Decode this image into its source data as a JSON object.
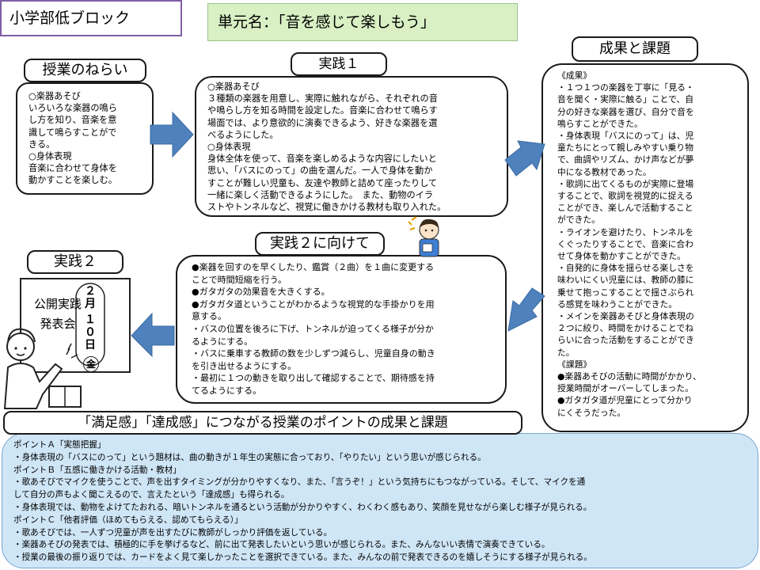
{
  "block_title": "小学部低ブロック",
  "unit_title": "単元名：「音を感じて楽しもう」",
  "aims": {
    "label": "授業のねらい",
    "lines": [
      "○楽器あそび",
      "いろいろな楽器の鳴ら",
      "し方を知り、音楽を意",
      "識して鳴らすことがで",
      "きる。",
      "○身体表現",
      "音楽に合わせて身体を",
      "動かすことを楽しむ。"
    ]
  },
  "practice1": {
    "label": "実践１",
    "lines": [
      "○楽器あそび",
      "３種類の楽器を用意し、実際に触れながら、それぞれの音",
      "や鳴らし方を知る時間を設定した。音楽に合わせて鳴らす",
      "場面では、より意欲的に演奏できるよう、好きな楽器を選",
      "べるようにした。",
      "○身体表現",
      "身体全体を使って、音楽を楽しめるような内容にしたいと",
      "思い、「バスにのって」の曲を選んだ。一人で身体を動か",
      "すことが難しい児童も、友達や教師と詰めて座ったりして",
      "一緒に楽しく活動できるようにした。　また、動物のイラ",
      "ストやトンネルなど、視覚に働きかける教材も取り入れた。"
    ]
  },
  "results": {
    "label": "成果と課題",
    "lines": [
      "《成果》",
      "・１つ１つの楽器を丁寧に「見る・",
      "音を聞く・実際に触る」ことで、自",
      "分の好きな楽器を選び、自分で音を",
      "鳴らすことができた。",
      "・身体表現「バスにのって」は、児",
      "童たちにとって親しみやすい乗り物",
      "で、曲調やリズム、かけ声などが夢",
      "中になる教材であった。",
      "・歌詞に出てくるものが実際に登場",
      "することで、歌詞を視覚的に捉える",
      "ことができ、楽しんで活動すること",
      "ができた。",
      "・ライオンを避けたり、トンネルを",
      "くぐったりすることで、音楽に合わ",
      "せて身体を動かすことができた。",
      "・自発的に身体を揺らせる楽しさを",
      "味わいにくい児童には、教師の膝に",
      "乗せて抱っこすることで揺さぶられ",
      "る感覚を味わうことができた。",
      "・メインを楽器あそびと身体表現の",
      "２つに絞り、時間をかけることでね",
      "らいに合った活動をすることができ",
      "た。",
      "《課題》",
      "●楽器あそびの活動に時間がかかり、",
      "授業時間がオーバーしてしまった。",
      "●ガタガタ道が児童にとって分かり",
      "にくそうだった。"
    ]
  },
  "toward2": {
    "label": "実践２に向けて",
    "lines": [
      "●楽器を回すのを早くしたり、鑑賞（２曲）を１曲に変更する",
      "ことで時間短縮を行う。",
      "●ガタガタの効果音を大きくする。",
      "●ガタガタ道ということがわかるような視覚的な手掛かりを用",
      "意する。",
      "・バスの位置を後ろに下げ、トンネルが迫ってくる様子が分か",
      "るようにする。",
      "・バスに乗車する教師の数を少しずつ減らし、児童自身の動き",
      "を引き出せるようにする。",
      "・最初に１つの動きを取り出して確認することで、期待感を持",
      "てるようにする。"
    ]
  },
  "practice2": {
    "label": "実践２",
    "open_class_line1": "公開実践",
    "open_class_line2": "発表会",
    "date_month": "２月",
    "date_day": "１０日",
    "date_weekday": "金"
  },
  "points": {
    "title": "「満足感」「達成感」につながる授業のポイントの成果と課題",
    "lines": [
      "ポイントＡ「実態把握」",
      "・身体表現の「バスにのって」という題材は、曲の動きが１年生の実態に合っており、「やりたい」という思いが感じられる。",
      "ポイントＢ「五感に働きかける活動・教材」",
      "・歌あそびでマイクを使うことで、声を出すタイミングが分かりやすくなり、また、「言うぞ！」という気持ちにもつながっている。そして、マイクを通",
      "して自分の声もよく聞こえるので、言えたという「達成感」も得られる。",
      "・身体表現では、動物をよけてたおれる、暗いトンネルを通るという活動が分かりやすく、わくわく感もあり、笑顔を見せながら楽しむ様子が見られる。",
      "ポイントＣ「他者評価（ほめてもらえる、認めてもらえる）」",
      "・歌あそびでは、一人ずつ児童が声を出すたびに教師がしっかり評価を返している。",
      "・楽器あそびの発表では、積極的に手を挙げるなど、前に出て発表したいという思いが感じられる。また、みんないい表情で演奏できている。",
      "・授業の最後の振り返りでは、カードをよく見て楽しかったことを選択できている。また、みんなの前で発表できるのを嬉しそうにする様子が見られる。"
    ]
  },
  "colors": {
    "arrow": "#4f81bd",
    "title_border": "#7f5fa3",
    "unit_bg": "#d8f0c4",
    "points_bg": "#cfe6f7"
  }
}
